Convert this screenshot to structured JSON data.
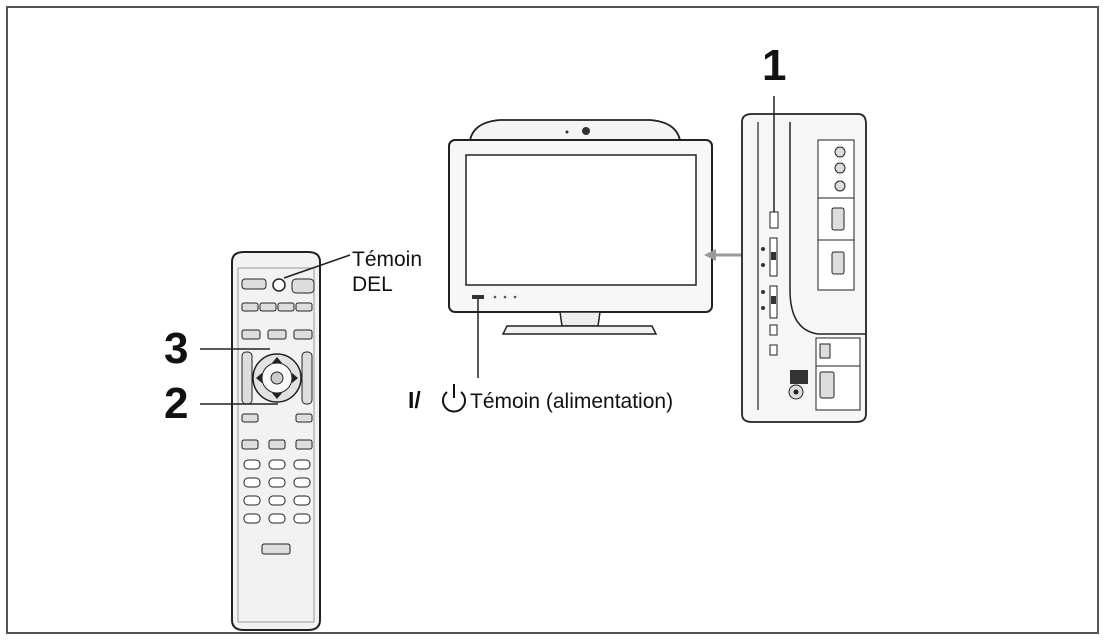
{
  "callouts": {
    "step_1": "1",
    "step_2": "2",
    "step_3": "3",
    "led_indicator_line1": "Témoin",
    "led_indicator_line2": "DEL",
    "power_indicator_symbol": "I/",
    "power_indicator_text": "Témoin (alimentation)"
  },
  "icons": {
    "power": "power-icon"
  }
}
